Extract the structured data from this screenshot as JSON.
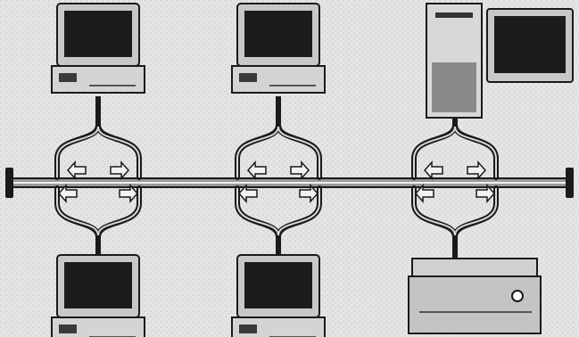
{
  "diagram": {
    "topology": "bus",
    "nodes": [
      {
        "id": "workstation-1",
        "kind": "desktop-computer",
        "side": "top",
        "tap": "tap-1"
      },
      {
        "id": "workstation-2",
        "kind": "desktop-computer",
        "side": "top",
        "tap": "tap-2"
      },
      {
        "id": "server",
        "kind": "tower-server-with-monitor",
        "side": "top",
        "tap": "tap-3"
      },
      {
        "id": "workstation-3",
        "kind": "desktop-computer",
        "side": "bottom",
        "tap": "tap-1"
      },
      {
        "id": "workstation-4",
        "kind": "desktop-computer",
        "side": "bottom",
        "tap": "tap-2"
      },
      {
        "id": "printer",
        "kind": "printer",
        "side": "bottom",
        "tap": "tap-3"
      }
    ],
    "taps": [
      "tap-1",
      "tap-2",
      "tap-3"
    ],
    "bus": {
      "terminators": 2
    },
    "colors": {
      "background": "#e4e4e4",
      "line": "#1a1a1a",
      "screen": "#1c1c1c",
      "case": "#c8c8c8",
      "arrow": "#f2f2f2"
    }
  }
}
